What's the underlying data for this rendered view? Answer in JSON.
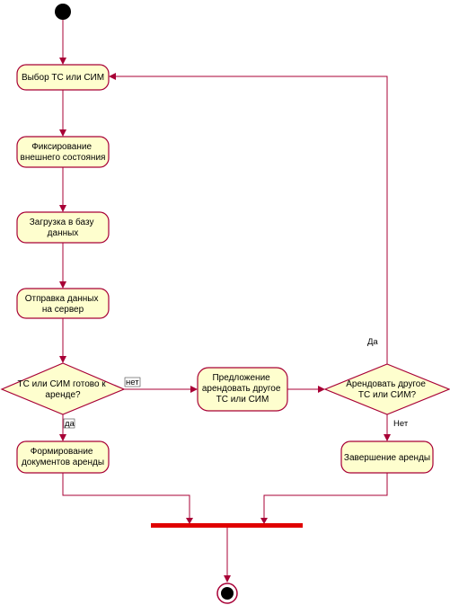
{
  "activities": {
    "select": [
      "Выбор ТС или СИМ"
    ],
    "fix": [
      "Фиксирование",
      "внешнего состояния"
    ],
    "upload": [
      "Загрузка в базу",
      "данных"
    ],
    "send": [
      "Отправка данных",
      "на сервер"
    ],
    "offer": [
      "Предложение",
      "арендовать другое",
      "ТС или СИМ"
    ],
    "docs": [
      "Формирование",
      "документов аренды"
    ],
    "finish": [
      "Завершение аренды"
    ]
  },
  "decisions": {
    "ready": [
      "ТС или СИМ готово к",
      "аренде?"
    ],
    "other": [
      "Арендовать другое",
      "ТС или СИМ?"
    ]
  },
  "edge_labels": {
    "no_ready": "нет",
    "yes_ready": "да",
    "yes_other": "Да",
    "no_other": "Нет"
  },
  "colors": {
    "node_fill": "#FEFECE",
    "stroke": "#A80036",
    "fork_bar": "#E00000",
    "start": "#000000"
  }
}
